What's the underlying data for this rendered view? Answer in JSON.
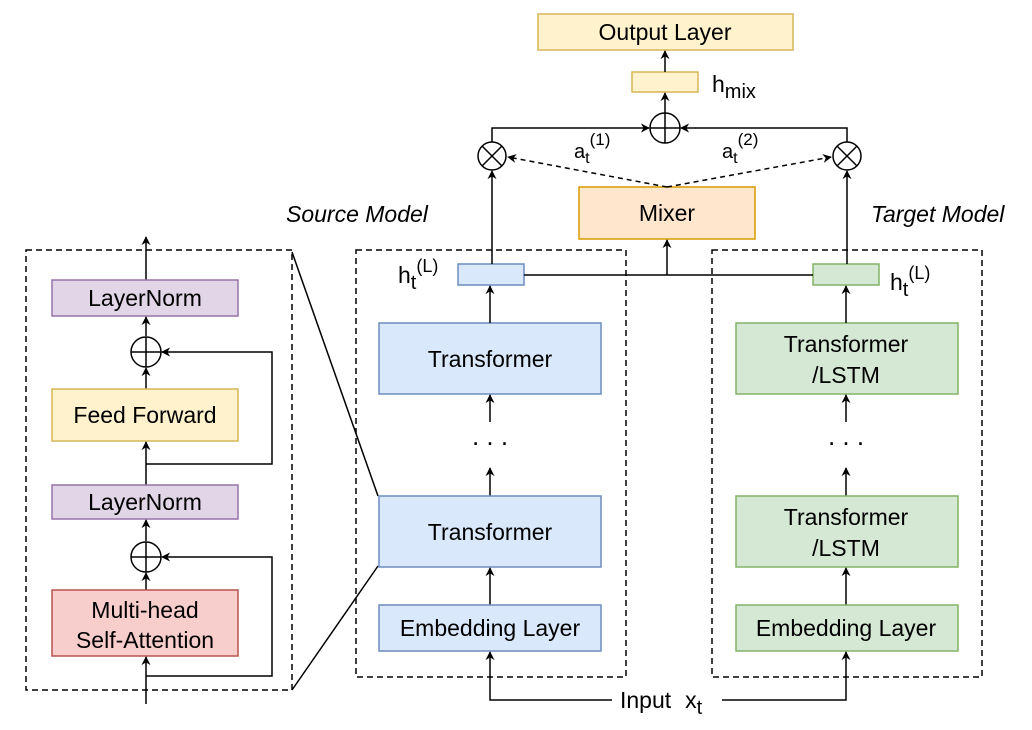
{
  "colors": {
    "yellow_fill": "#fff2cc",
    "yellow_stroke": "#d6b656",
    "purple_fill": "#e1d5e7",
    "purple_stroke": "#9673a6",
    "red_fill": "#f8cecc",
    "red_stroke": "#b85450",
    "blue_fill": "#dae8fc",
    "blue_stroke": "#6c8ebf",
    "green_fill": "#d5e8d4",
    "green_stroke": "#82b366",
    "orange_fill": "#ffe6cc",
    "orange_stroke": "#d79b00"
  },
  "output": {
    "label": "Output Layer"
  },
  "hmix": {
    "base": "h",
    "sub": "mix"
  },
  "mixer": {
    "label": "Mixer"
  },
  "weights": {
    "a1": {
      "base": "a",
      "sub": "t",
      "sup": "(1)"
    },
    "a2": {
      "base": "a",
      "sub": "t",
      "sup": "(2)"
    }
  },
  "source": {
    "title": "Source Model",
    "hidden": {
      "base": "h",
      "sub": "t",
      "sup": "(L)"
    },
    "transformer_top": "Transformer",
    "dots": ". . .",
    "transformer_bottom": "Transformer",
    "embedding": "Embedding Layer"
  },
  "target": {
    "title": "Target Model",
    "hidden": {
      "base": "h",
      "sub": "t",
      "sup": "(L)"
    },
    "block_top": {
      "line1": "Transformer",
      "line2": "/LSTM"
    },
    "dots": ". . .",
    "block_bottom": {
      "line1": "Transformer",
      "line2": "/LSTM"
    },
    "embedding": "Embedding Layer"
  },
  "input": {
    "label": "Input",
    "var": "x",
    "sub": "t"
  },
  "detail": {
    "layernorm_top": "LayerNorm",
    "feed_forward": "Feed Forward",
    "layernorm_bottom": "LayerNorm",
    "attention": {
      "line1": "Multi-head",
      "line2": "Self-Attention"
    }
  }
}
